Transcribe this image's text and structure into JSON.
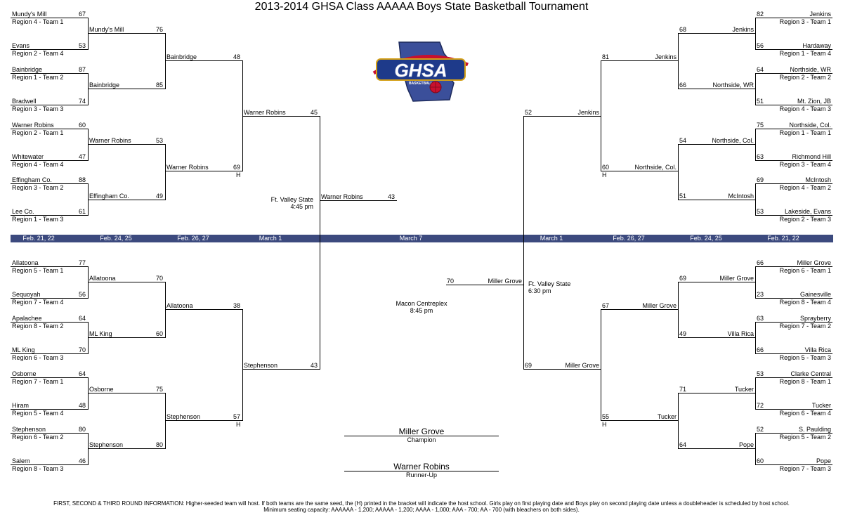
{
  "title": "2013-2014 GHSA Class AAAAA Boys State Basketball Tournament",
  "logo": {
    "text": "GHSA",
    "subtext": "BASKETBALL"
  },
  "dates": [
    "Feb. 21, 22",
    "Feb. 24, 25",
    "Feb. 26, 27",
    "March 1",
    "March 7",
    "March 1",
    "Feb. 26, 27",
    "Feb. 24, 25",
    "Feb. 21, 22"
  ],
  "r1": {
    "tl": [
      {
        "name": "Mundy's Mill",
        "seed": "Region 4 - Team 1",
        "score": "67"
      },
      {
        "name": "Evans",
        "seed": "Region 2 - Team 4",
        "score": "53"
      },
      {
        "name": "Bainbridge",
        "seed": "Region 1 - Team 2",
        "score": "87"
      },
      {
        "name": "Bradwell",
        "seed": "Region 3 - Team 3",
        "score": "74"
      },
      {
        "name": "Warner Robins",
        "seed": "Region 2 - Team 1",
        "score": "60"
      },
      {
        "name": "Whitewater",
        "seed": "Region 4 - Team 4",
        "score": "47"
      },
      {
        "name": "Effingham Co.",
        "seed": "Region 3 - Team 2",
        "score": "88"
      },
      {
        "name": "Lee Co.",
        "seed": "Region 1 - Team 3",
        "score": "61"
      }
    ],
    "bl": [
      {
        "name": "Allatoona",
        "seed": "Region 5 - Team 1",
        "score": "77"
      },
      {
        "name": "Sequoyah",
        "seed": "Region 7 - Team 4",
        "score": "56"
      },
      {
        "name": "Apalachee",
        "seed": "Region 8 - Team 2",
        "score": "64"
      },
      {
        "name": "ML King",
        "seed": "Region 6 - Team 3",
        "score": "70"
      },
      {
        "name": "Osborne",
        "seed": "Region 7 - Team 1",
        "score": "64"
      },
      {
        "name": "Hiram",
        "seed": "Region 5 - Team 4",
        "score": "48"
      },
      {
        "name": "Stephenson",
        "seed": "Region 6 - Team 2",
        "score": "80"
      },
      {
        "name": "Salem",
        "seed": "Region 8 - Team 3",
        "score": "46"
      }
    ],
    "tr": [
      {
        "name": "Jenkins",
        "seed": "Region 3 - Team 1",
        "score": "82"
      },
      {
        "name": "Hardaway",
        "seed": "Region 1 - Team 4",
        "score": "56"
      },
      {
        "name": "Northside, WR",
        "seed": "Region 2 - Team 2",
        "score": "64"
      },
      {
        "name": "Mt. Zion, JB",
        "seed": "Region 4 - Team 3",
        "score": "51"
      },
      {
        "name": "Northside, Col.",
        "seed": "Region 1 - Team 1",
        "score": "75"
      },
      {
        "name": "Richmond Hill",
        "seed": "Region 3 - Team 4",
        "score": "63"
      },
      {
        "name": "McIntosh",
        "seed": "Region 4 - Team 2",
        "score": "69"
      },
      {
        "name": "Lakeside, Evans",
        "seed": "Region 2 - Team 3",
        "score": "53"
      }
    ],
    "br": [
      {
        "name": "Miller Grove",
        "seed": "Region 6 - Team 1",
        "score": "66"
      },
      {
        "name": "Gainesville",
        "seed": "Region 8 - Team 4",
        "score": "23"
      },
      {
        "name": "Sprayberry",
        "seed": "Region 7 - Team 2",
        "score": "63"
      },
      {
        "name": "Villa Rica",
        "seed": "Region 5 - Team 3",
        "score": "66"
      },
      {
        "name": "Clarke Central",
        "seed": "Region 8 - Team 1",
        "score": "53"
      },
      {
        "name": "Tucker",
        "seed": "Region 6 - Team 4",
        "score": "72"
      },
      {
        "name": "S. Paulding",
        "seed": "Region 5 - Team 2",
        "score": "52"
      },
      {
        "name": "Pope",
        "seed": "Region 7 - Team 3",
        "score": "60"
      }
    ]
  },
  "r2": {
    "tl": [
      {
        "name": "Mundy's Mill",
        "score": "76"
      },
      {
        "name": "Bainbridge",
        "score": "85"
      },
      {
        "name": "Warner Robins",
        "score": "53"
      },
      {
        "name": "Effingham Co.",
        "score": "49"
      }
    ],
    "bl": [
      {
        "name": "Allatoona",
        "score": "70"
      },
      {
        "name": "ML King",
        "score": "60"
      },
      {
        "name": "Osborne",
        "score": "75"
      },
      {
        "name": "Stephenson",
        "score": "80"
      }
    ],
    "tr": [
      {
        "name": "Jenkins",
        "score": "68"
      },
      {
        "name": "Northside, WR",
        "score": "66"
      },
      {
        "name": "Northside, Col.",
        "score": "54"
      },
      {
        "name": "McIntosh",
        "score": "51"
      }
    ],
    "br": [
      {
        "name": "Miller Grove",
        "score": "69"
      },
      {
        "name": "Villa Rica",
        "score": "49"
      },
      {
        "name": "Tucker",
        "score": "71"
      },
      {
        "name": "Pope",
        "score": "64"
      }
    ]
  },
  "r3": {
    "tl": [
      {
        "name": "Bainbridge",
        "score": "48"
      },
      {
        "name": "Warner Robins",
        "score": "69",
        "host": "H"
      }
    ],
    "bl": [
      {
        "name": "Allatoona",
        "score": "38"
      },
      {
        "name": "Stephenson",
        "score": "57",
        "host": "H"
      }
    ],
    "tr": [
      {
        "name": "Jenkins",
        "score": "81"
      },
      {
        "name": "Northside, Col.",
        "score": "60",
        "host": "H"
      }
    ],
    "br": [
      {
        "name": "Miller Grove",
        "score": "67"
      },
      {
        "name": "Tucker",
        "score": "55",
        "host": "H"
      }
    ]
  },
  "r4": {
    "tl": {
      "name": "Warner Robins",
      "score": "45"
    },
    "bl": {
      "name": "Stephenson",
      "score": "43"
    },
    "tr": {
      "name": "Jenkins",
      "score": "52"
    },
    "br": {
      "name": "Miller Grove",
      "score": "69"
    }
  },
  "semis": {
    "left": {
      "name": "Warner Robins",
      "score": "43",
      "venue": "Ft. Valley State",
      "time": "4:45 pm"
    },
    "right": {
      "name": "Miller Grove",
      "score": "70",
      "venue": "Ft. Valley State",
      "time": "6:30 pm"
    }
  },
  "final": {
    "venue": "Macon Centreplex",
    "time": "8:45 pm"
  },
  "champion": {
    "name": "Miller Grove",
    "label": "Champion"
  },
  "runnerup": {
    "name": "Warner Robins",
    "label": "Runner-Up"
  },
  "footer": {
    "line1": "FIRST, SECOND & THIRD ROUND INFORMATION: Higher-seeded team will host. If both teams are the same seed, the (H) printed in the bracket will indicate the host school.  Girls play on first playing date and Boys play on second playing date unless a doubleheader is scheduled by host school.",
    "line2": "Minimum seating capacity: AAAAAA - 1,200; AAAAA - 1,200; AAAA - 1,000; AAA - 700; AA - 700 (with bleachers on both sides)."
  },
  "colors": {
    "date_bar": "#3c4a7e",
    "logo_blue": "#1e3a8a",
    "logo_red": "#c8102e",
    "logo_gold": "#d4a017"
  }
}
